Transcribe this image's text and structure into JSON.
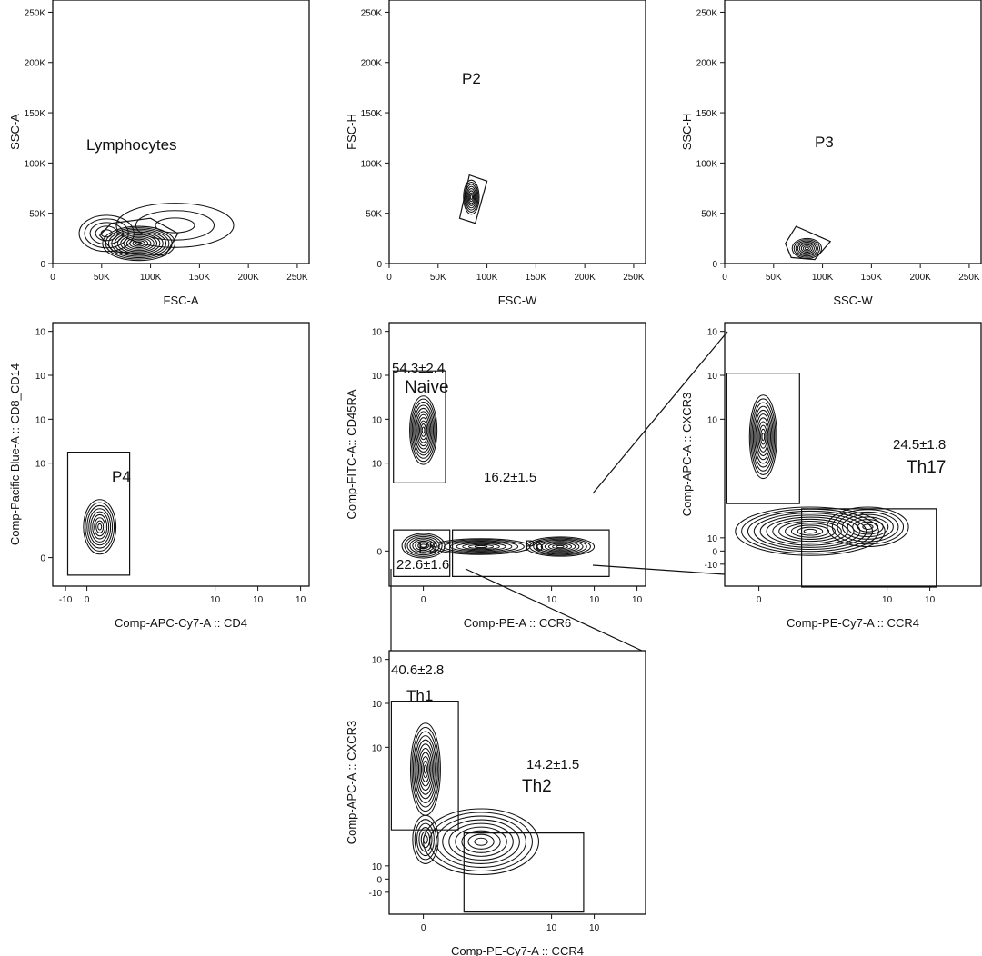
{
  "chart_data": [
    {
      "type": "contour",
      "id": "p1",
      "xlabel": "FSC-A",
      "ylabel": "SSC-A",
      "xlim": [
        0,
        262144
      ],
      "ylim": [
        0,
        262144
      ],
      "x_ticks": [
        {
          "v": 0,
          "label": "0"
        },
        {
          "v": 50000,
          "label": "50K"
        },
        {
          "v": 100000,
          "label": "100K"
        },
        {
          "v": 150000,
          "label": "150K"
        },
        {
          "v": 200000,
          "label": "200K"
        },
        {
          "v": 250000,
          "label": "250K"
        }
      ],
      "y_ticks": [
        {
          "v": 0,
          "label": "0"
        },
        {
          "v": 50000,
          "label": "50K"
        },
        {
          "v": 100000,
          "label": "100K"
        },
        {
          "v": 150000,
          "label": "150K"
        },
        {
          "v": 200000,
          "label": "200K"
        },
        {
          "v": 250000,
          "label": "250K"
        }
      ],
      "populations": [
        {
          "cx": 88000,
          "cy": 20000,
          "rx": 37000,
          "ry": 17000,
          "levels": 12
        },
        {
          "cx": 55000,
          "cy": 30000,
          "rx": 28000,
          "ry": 18000,
          "levels": 5
        },
        {
          "cx": 125000,
          "cy": 38000,
          "rx": 60000,
          "ry": 22000,
          "levels": 3
        }
      ],
      "gates": [
        {
          "label": "Lymphocytes",
          "stat": "",
          "points": [
            [
              48000,
              28000
            ],
            [
              62000,
              12000
            ],
            [
              115000,
              8000
            ],
            [
              128000,
              30000
            ],
            [
              100000,
              45000
            ],
            [
              60000,
              40000
            ]
          ]
        }
      ]
    },
    {
      "type": "contour",
      "id": "p2",
      "xlabel": "FSC-W",
      "ylabel": "FSC-H",
      "xlim": [
        0,
        262144
      ],
      "ylim": [
        0,
        262144
      ],
      "x_ticks": [
        {
          "v": 0,
          "label": "0"
        },
        {
          "v": 50000,
          "label": "50K"
        },
        {
          "v": 100000,
          "label": "100K"
        },
        {
          "v": 150000,
          "label": "150K"
        },
        {
          "v": 200000,
          "label": "200K"
        },
        {
          "v": 250000,
          "label": "250K"
        }
      ],
      "y_ticks": [
        {
          "v": 0,
          "label": "0"
        },
        {
          "v": 50000,
          "label": "50K"
        },
        {
          "v": 100000,
          "label": "100K"
        },
        {
          "v": 150000,
          "label": "150K"
        },
        {
          "v": 200000,
          "label": "200K"
        },
        {
          "v": 250000,
          "label": "250K"
        }
      ],
      "populations": [
        {
          "cx": 84000,
          "cy": 66000,
          "rx": 8000,
          "ry": 17000,
          "levels": 8
        }
      ],
      "gates": [
        {
          "label": "P2",
          "stat": "",
          "points": [
            [
              72000,
              45000
            ],
            [
              88000,
              40000
            ],
            [
              100000,
              82000
            ],
            [
              82000,
              88000
            ]
          ]
        }
      ]
    },
    {
      "type": "contour",
      "id": "p3",
      "xlabel": "SSC-W",
      "ylabel": "SSC-H",
      "xlim": [
        0,
        262144
      ],
      "ylim": [
        0,
        262144
      ],
      "x_ticks": [
        {
          "v": 0,
          "label": "0"
        },
        {
          "v": 50000,
          "label": "50K"
        },
        {
          "v": 100000,
          "label": "100K"
        },
        {
          "v": 150000,
          "label": "150K"
        },
        {
          "v": 200000,
          "label": "200K"
        },
        {
          "v": 250000,
          "label": "250K"
        }
      ],
      "y_ticks": [
        {
          "v": 0,
          "label": "0"
        },
        {
          "v": 50000,
          "label": "50K"
        },
        {
          "v": 100000,
          "label": "100K"
        },
        {
          "v": 150000,
          "label": "150K"
        },
        {
          "v": 200000,
          "label": "200K"
        },
        {
          "v": 250000,
          "label": "250K"
        }
      ],
      "populations": [
        {
          "cx": 84000,
          "cy": 15000,
          "rx": 15000,
          "ry": 10000,
          "levels": 8
        }
      ],
      "gates": [
        {
          "label": "P3",
          "stat": "",
          "points": [
            [
              62000,
              20000
            ],
            [
              73000,
              37000
            ],
            [
              108000,
              22000
            ],
            [
              92000,
              4000
            ],
            [
              68000,
              6000
            ]
          ]
        }
      ]
    },
    {
      "type": "contour",
      "id": "p4",
      "xlabel": "Comp-APC-Cy7-A :: CD4",
      "ylabel": "Comp-Pacific Blue-A :: CD8_CD14",
      "xlim": [
        -0.8,
        5.2
      ],
      "ylim": [
        -0.8,
        5.2
      ],
      "x_ticks": [
        {
          "v": -0.5,
          "label": "-10"
        },
        {
          "v": 0,
          "label": "0"
        },
        {
          "v": 3,
          "label": "10"
        },
        {
          "v": 4,
          "label": "10"
        },
        {
          "v": 5,
          "label": "10"
        }
      ],
      "y_ticks": [
        {
          "v": -0.15,
          "label": "0"
        },
        {
          "v": 2,
          "label": "10"
        },
        {
          "v": 3,
          "label": "10"
        },
        {
          "v": 4,
          "label": "10"
        },
        {
          "v": 5,
          "label": "10"
        }
      ],
      "populations": [
        {
          "cx": 0.3,
          "cy": 0.55,
          "rx": 0.38,
          "ry": 0.62,
          "levels": 9
        }
      ],
      "gates": [
        {
          "label": "P4",
          "stat": "",
          "points": [
            [
              -0.45,
              -0.55
            ],
            [
              1.0,
              -0.55
            ],
            [
              1.0,
              2.25
            ],
            [
              -0.45,
              2.25
            ]
          ]
        }
      ]
    },
    {
      "type": "contour",
      "id": "p5",
      "xlabel": "Comp-PE-A :: CCR6",
      "ylabel": "Comp-FITC-A:: CD45RA",
      "xlim": [
        -0.8,
        5.2
      ],
      "ylim": [
        -0.8,
        5.2
      ],
      "x_ticks": [
        {
          "v": 0,
          "label": "0"
        },
        {
          "v": 3,
          "label": "10"
        },
        {
          "v": 4,
          "label": "10"
        },
        {
          "v": 5,
          "label": "10"
        }
      ],
      "y_ticks": [
        {
          "v": 0,
          "label": "0"
        },
        {
          "v": 2,
          "label": "10"
        },
        {
          "v": 3,
          "label": "10"
        },
        {
          "v": 4,
          "label": "10"
        },
        {
          "v": 5,
          "label": "10"
        }
      ],
      "populations": [
        {
          "cx": 0.0,
          "cy": 2.75,
          "rx": 0.32,
          "ry": 0.78,
          "levels": 11
        },
        {
          "cx": 0.0,
          "cy": 0.12,
          "rx": 0.5,
          "ry": 0.28,
          "levels": 8
        },
        {
          "cx": 1.35,
          "cy": 0.1,
          "rx": 1.15,
          "ry": 0.18,
          "levels": 8
        },
        {
          "cx": 3.2,
          "cy": 0.1,
          "rx": 0.8,
          "ry": 0.22,
          "levels": 9
        }
      ],
      "gates": [
        {
          "label": "Naive",
          "stat": "54.3±2.4",
          "points": [
            [
              -0.7,
              1.55
            ],
            [
              0.52,
              1.55
            ],
            [
              0.52,
              4.1
            ],
            [
              -0.7,
              4.1
            ]
          ]
        },
        {
          "label": "P5",
          "stat": "22.6±1.6",
          "points": [
            [
              -0.7,
              -0.58
            ],
            [
              0.62,
              -0.58
            ],
            [
              0.62,
              0.48
            ],
            [
              -0.7,
              0.48
            ]
          ]
        },
        {
          "label": "P6",
          "stat": "16.2±1.5",
          "points": [
            [
              0.68,
              -0.58
            ],
            [
              4.35,
              -0.58
            ],
            [
              4.35,
              0.48
            ],
            [
              0.68,
              0.48
            ]
          ]
        }
      ]
    },
    {
      "type": "contour",
      "id": "p6",
      "xlabel": "Comp-PE-Cy7-A :: CCR4",
      "ylabel": "Comp-APC-A :: CXCR3",
      "xlim": [
        -0.8,
        5.2
      ],
      "ylim": [
        -0.8,
        5.2
      ],
      "x_ticks": [
        {
          "v": 0,
          "label": "0"
        },
        {
          "v": 3,
          "label": "10"
        },
        {
          "v": 4,
          "label": "10"
        }
      ],
      "y_ticks": [
        {
          "v": -0.3,
          "label": "-10"
        },
        {
          "v": 0,
          "label": "0"
        },
        {
          "v": 0.3,
          "label": "10"
        },
        {
          "v": 3,
          "label": "10"
        },
        {
          "v": 4,
          "label": "10"
        },
        {
          "v": 5,
          "label": "10"
        }
      ],
      "populations": [
        {
          "cx": 0.1,
          "cy": 2.6,
          "rx": 0.32,
          "ry": 0.95,
          "levels": 11
        },
        {
          "cx": 1.2,
          "cy": 0.45,
          "rx": 1.75,
          "ry": 0.55,
          "levels": 12
        },
        {
          "cx": 2.55,
          "cy": 0.55,
          "rx": 0.95,
          "ry": 0.45,
          "levels": 8
        }
      ],
      "gates": [
        {
          "label": "",
          "stat": "",
          "points": [
            [
              -0.75,
              1.08
            ],
            [
              0.95,
              1.08
            ],
            [
              0.95,
              4.05
            ],
            [
              -0.75,
              4.05
            ]
          ]
        },
        {
          "label": "Th17",
          "stat": "24.5±1.8",
          "points": [
            [
              1.0,
              -0.82
            ],
            [
              4.15,
              -0.82
            ],
            [
              4.15,
              0.96
            ],
            [
              1.0,
              0.96
            ]
          ]
        }
      ]
    },
    {
      "type": "contour",
      "id": "p7",
      "xlabel": "Comp-PE-Cy7-A :: CCR4",
      "ylabel": "Comp-APC-A :: CXCR3",
      "xlim": [
        -0.8,
        5.2
      ],
      "ylim": [
        -0.8,
        5.2
      ],
      "x_ticks": [
        {
          "v": 0,
          "label": "0"
        },
        {
          "v": 3,
          "label": "10"
        },
        {
          "v": 4,
          "label": "10"
        }
      ],
      "y_ticks": [
        {
          "v": -0.3,
          "label": "-10"
        },
        {
          "v": 0,
          "label": "0"
        },
        {
          "v": 0.3,
          "label": "10"
        },
        {
          "v": 3,
          "label": "10"
        },
        {
          "v": 4,
          "label": "10"
        },
        {
          "v": 5,
          "label": "10"
        }
      ],
      "populations": [
        {
          "cx": 0.05,
          "cy": 2.5,
          "rx": 0.35,
          "ry": 1.05,
          "levels": 11
        },
        {
          "cx": 0.05,
          "cy": 0.9,
          "rx": 0.3,
          "ry": 0.55,
          "levels": 6
        },
        {
          "cx": 1.35,
          "cy": 0.85,
          "rx": 1.35,
          "ry": 0.75,
          "levels": 9
        }
      ],
      "gates": [
        {
          "label": "Th1",
          "stat": "40.6±2.8",
          "points": [
            [
              -0.75,
              1.12
            ],
            [
              0.82,
              1.12
            ],
            [
              0.82,
              4.05
            ],
            [
              -0.75,
              4.05
            ]
          ]
        },
        {
          "label": "Th2",
          "stat": "14.2±1.5",
          "points": [
            [
              0.95,
              -0.75
            ],
            [
              3.75,
              -0.75
            ],
            [
              3.75,
              1.05
            ],
            [
              0.95,
              1.05
            ]
          ]
        }
      ]
    }
  ]
}
